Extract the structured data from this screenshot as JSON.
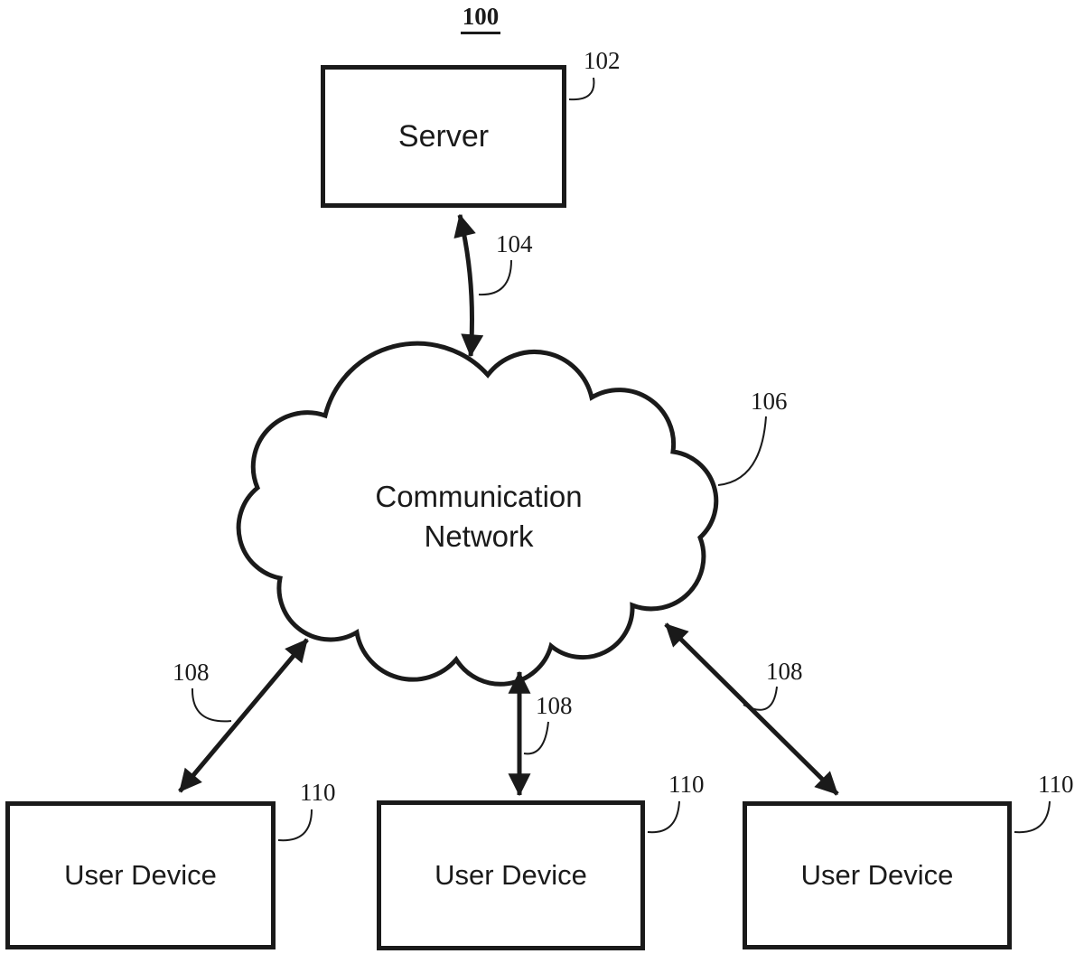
{
  "diagram": {
    "figure_number": "100",
    "server": {
      "label": "Server",
      "ref": "102"
    },
    "server_link": {
      "ref": "104"
    },
    "network": {
      "label_line1": "Communication",
      "label_line2": "Network",
      "ref": "106"
    },
    "devices": [
      {
        "label": "User Device",
        "ref": "110",
        "link_ref": "108"
      },
      {
        "label": "User Device",
        "ref": "110",
        "link_ref": "108"
      },
      {
        "label": "User Device",
        "ref": "110",
        "link_ref": "108"
      }
    ],
    "colors": {
      "stroke": "#1a1a1a",
      "background": "#ffffff"
    }
  }
}
